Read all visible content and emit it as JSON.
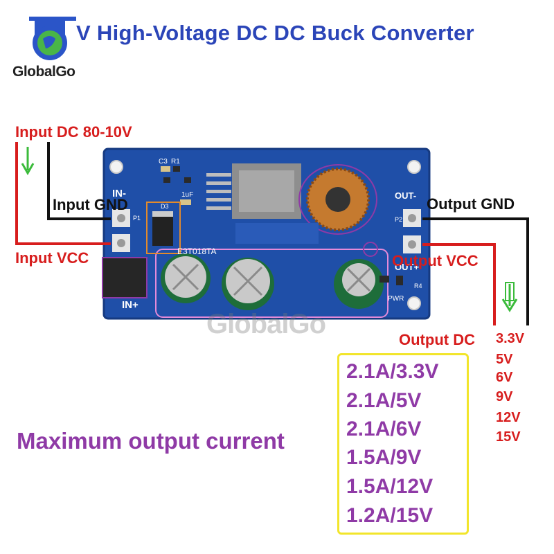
{
  "header": {
    "title_partial": "V High-Voltage DC DC Buck Converter",
    "brand": "GlobalGo",
    "watermark": "GlobalGo"
  },
  "labels": {
    "input_dc": "Input DC 80-10V",
    "input_gnd": "Input GND",
    "input_vcc": "Input VCC",
    "output_gnd": "Output GND",
    "output_vcc": "Output VCC",
    "output_dc": "Output DC"
  },
  "board_silkscreen": {
    "in_minus": "IN-",
    "in_plus": "IN+",
    "out_minus": "OUT-",
    "out_plus": "OUT+",
    "c3": "C3",
    "r1": "R1",
    "d3": "D3",
    "p1": "P1",
    "p2": "P2",
    "uf": "1uF",
    "pwr": "PWR",
    "r4": "R4",
    "chip": "E3T018TA"
  },
  "output_voltages": [
    "3.3V",
    "5V",
    "6V",
    "9V",
    "12V",
    "15V"
  ],
  "max_current": {
    "label": "Maximum output current",
    "items": [
      "2.1A/3.3V",
      "2.1A/5V",
      "2.1A/6V",
      "1.5A/9V",
      "1.5A/12V",
      "1.2A/15V"
    ]
  },
  "colors": {
    "title": "#2b45b8",
    "red_text": "#d71d1d",
    "purple_text": "#8f3aa6",
    "pcb_blue": "#1f4fa8",
    "box_yellow": "#f2e52b",
    "arrow_green": "#3bbb3b"
  }
}
